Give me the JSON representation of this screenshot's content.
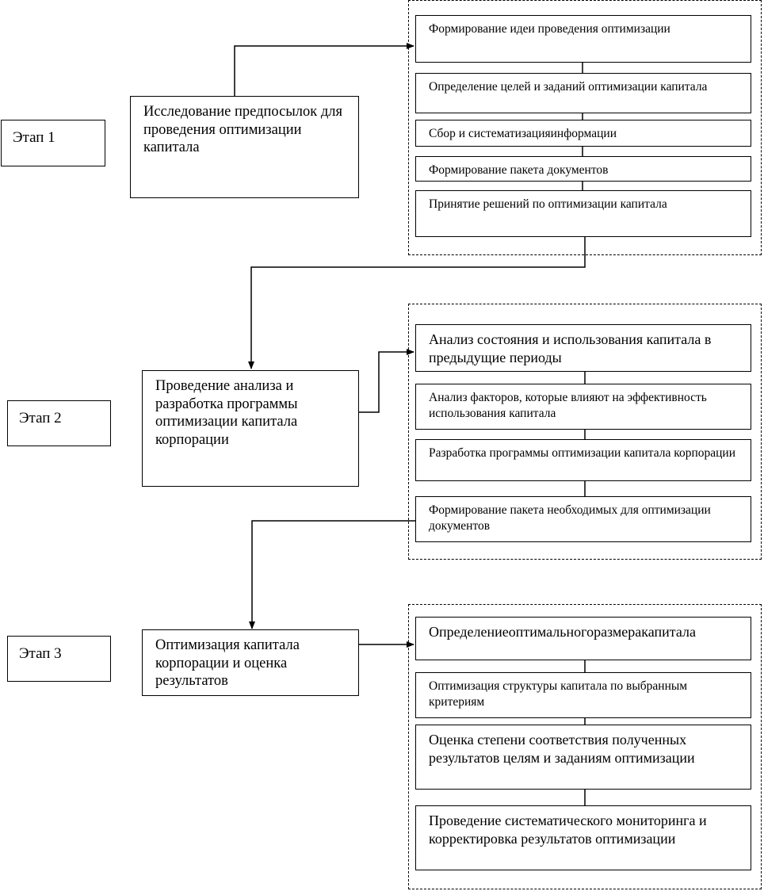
{
  "stages": [
    "Этап 1",
    "Этап 2",
    "Этап 3"
  ],
  "main_blocks": [
    "Исследование предпосылок для проведения оптимизации капитала",
    "Проведение анализа и разработка программы оптимизации капитала корпорации",
    "Оптимизация капитала корпорации и оценка результатов"
  ],
  "group1": [
    "Формирование идеи проведения оптимизации",
    "Определение целей и заданий оптимизации капитала",
    "Сбор и систематизацияинформации",
    "Формирование пакета документов",
    "Принятие решений по оптимизации капитала"
  ],
  "group2": [
    "Анализ состояния и использования капитала в предыдущие периоды",
    "Анализ факторов, которые влияют на эффективность использования капитала",
    "Разработка программы оптимизации капитала корпорации",
    "Формирование пакета необходимых для оптимизации документов"
  ],
  "group3": [
    "Определениеоптимальногоразмеракапитала",
    "Оптимизация структуры капитала по выбранным критериям",
    "Оценка степени соответствия полученных результатов целям и заданиям оптимизации",
    "Проведение систематического мониторинга и корректировка результатов оптимизации"
  ]
}
